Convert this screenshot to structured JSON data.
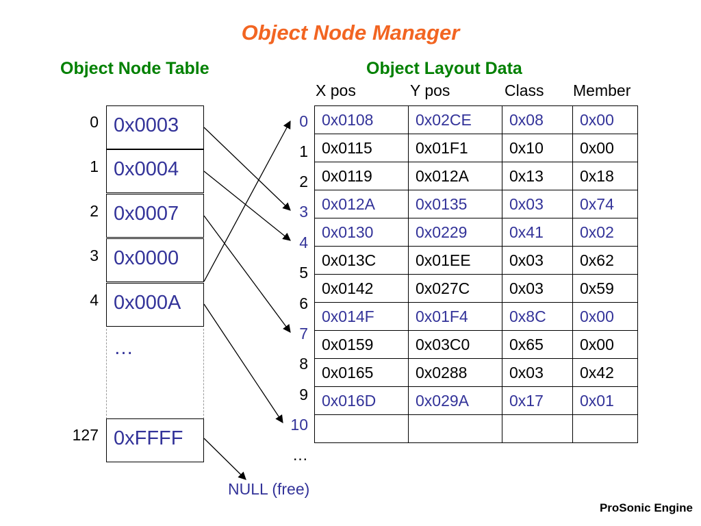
{
  "title": "Object Node Manager",
  "node_table": {
    "heading": "Object Node Table",
    "entries": [
      {
        "index": "0",
        "value": "0x0003"
      },
      {
        "index": "1",
        "value": "0x0004"
      },
      {
        "index": "2",
        "value": "0x0007"
      },
      {
        "index": "3",
        "value": "0x0000"
      },
      {
        "index": "4",
        "value": "0x000A"
      }
    ],
    "ellipsis": "…",
    "last": {
      "index": "127",
      "value": "0xFFFF"
    },
    "null_label": "NULL (free)"
  },
  "layout_data": {
    "heading": "Object Layout Data",
    "columns": [
      "X pos",
      "Y pos",
      "Class",
      "Member"
    ],
    "rows": [
      {
        "index": "0",
        "cells": [
          "0x0108",
          "0x02CE",
          "0x08",
          "0x00"
        ],
        "highlight": true
      },
      {
        "index": "1",
        "cells": [
          "0x0115",
          "0x01F1",
          "0x10",
          "0x00"
        ],
        "highlight": false
      },
      {
        "index": "2",
        "cells": [
          "0x0119",
          "0x012A",
          "0x13",
          "0x18"
        ],
        "highlight": false
      },
      {
        "index": "3",
        "cells": [
          "0x012A",
          "0x0135",
          "0x03",
          "0x74"
        ],
        "highlight": true
      },
      {
        "index": "4",
        "cells": [
          "0x0130",
          "0x0229",
          "0x41",
          "0x02"
        ],
        "highlight": true
      },
      {
        "index": "5",
        "cells": [
          "0x013C",
          "0x01EE",
          "0x03",
          "0x62"
        ],
        "highlight": false
      },
      {
        "index": "6",
        "cells": [
          "0x0142",
          "0x027C",
          "0x03",
          "0x59"
        ],
        "highlight": false
      },
      {
        "index": "7",
        "cells": [
          "0x014F",
          "0x01F4",
          "0x8C",
          "0x00"
        ],
        "highlight": true
      },
      {
        "index": "8",
        "cells": [
          "0x0159",
          "0x03C0",
          "0x65",
          "0x00"
        ],
        "highlight": false
      },
      {
        "index": "9",
        "cells": [
          "0x0165",
          "0x0288",
          "0x03",
          "0x42"
        ],
        "highlight": false
      },
      {
        "index": "10",
        "cells": [
          "0x016D",
          "0x029A",
          "0x17",
          "0x01"
        ],
        "highlight": true
      },
      {
        "index": "…",
        "cells": [
          "",
          "",
          "",
          ""
        ],
        "highlight": false
      }
    ]
  },
  "footer": "ProSonic Engine",
  "colors": {
    "title": "#f26522",
    "heading": "#008000",
    "highlight": "#333399"
  }
}
